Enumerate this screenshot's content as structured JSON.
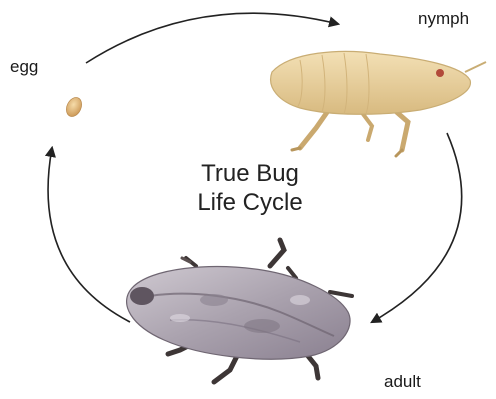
{
  "diagram": {
    "title_line1": "True Bug",
    "title_line2": "Life Cycle",
    "stages": {
      "egg": "egg",
      "nymph": "nymph",
      "adult": "adult"
    }
  },
  "colors": {
    "arrow": "#222222",
    "egg": "#e0b87a",
    "nymph_body": "#ead3a1",
    "nymph_shadow": "#c9ad74",
    "adult_body": "#b7b1bc",
    "adult_dark": "#5f5560",
    "leg_dark": "#3d3636"
  },
  "icons": {
    "egg": "egg-illustration",
    "nymph": "nymph-illustration",
    "adult": "adult-bug-illustration"
  }
}
